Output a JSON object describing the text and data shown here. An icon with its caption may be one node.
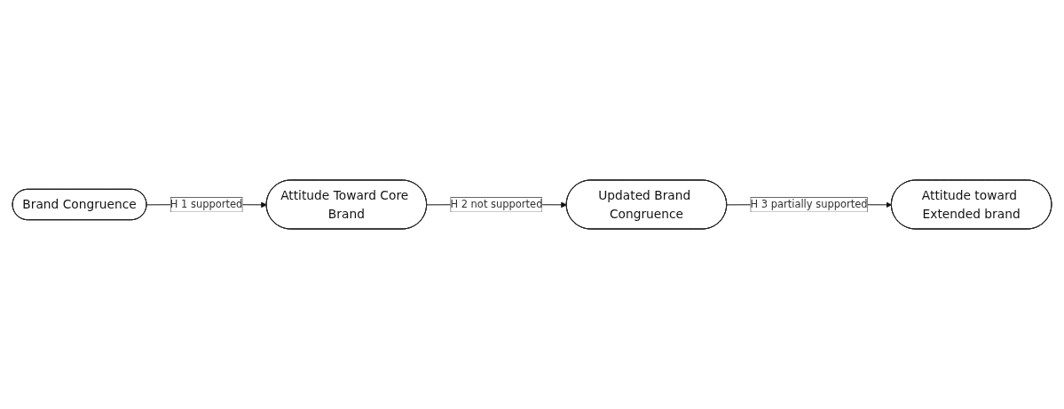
{
  "diagram": {
    "nodes": [
      {
        "text": [
          "Brand Congruence"
        ]
      },
      {
        "text": [
          "Attitude Toward Core Brand"
        ]
      },
      {
        "text": [
          "Updated Brand Congruence"
        ]
      },
      {
        "text": [
          "Attitude toward Extended brand"
        ]
      }
    ],
    "edges": [
      {
        "from": 0,
        "to": 1,
        "arrow": "to",
        "label": "H 1 supported"
      },
      {
        "from": 1,
        "to": 2,
        "arrow": "to",
        "label": "H 2 not supported"
      },
      {
        "from": 2,
        "to": 3,
        "arrow": "to",
        "label": "H 3 partially supported"
      }
    ]
  }
}
